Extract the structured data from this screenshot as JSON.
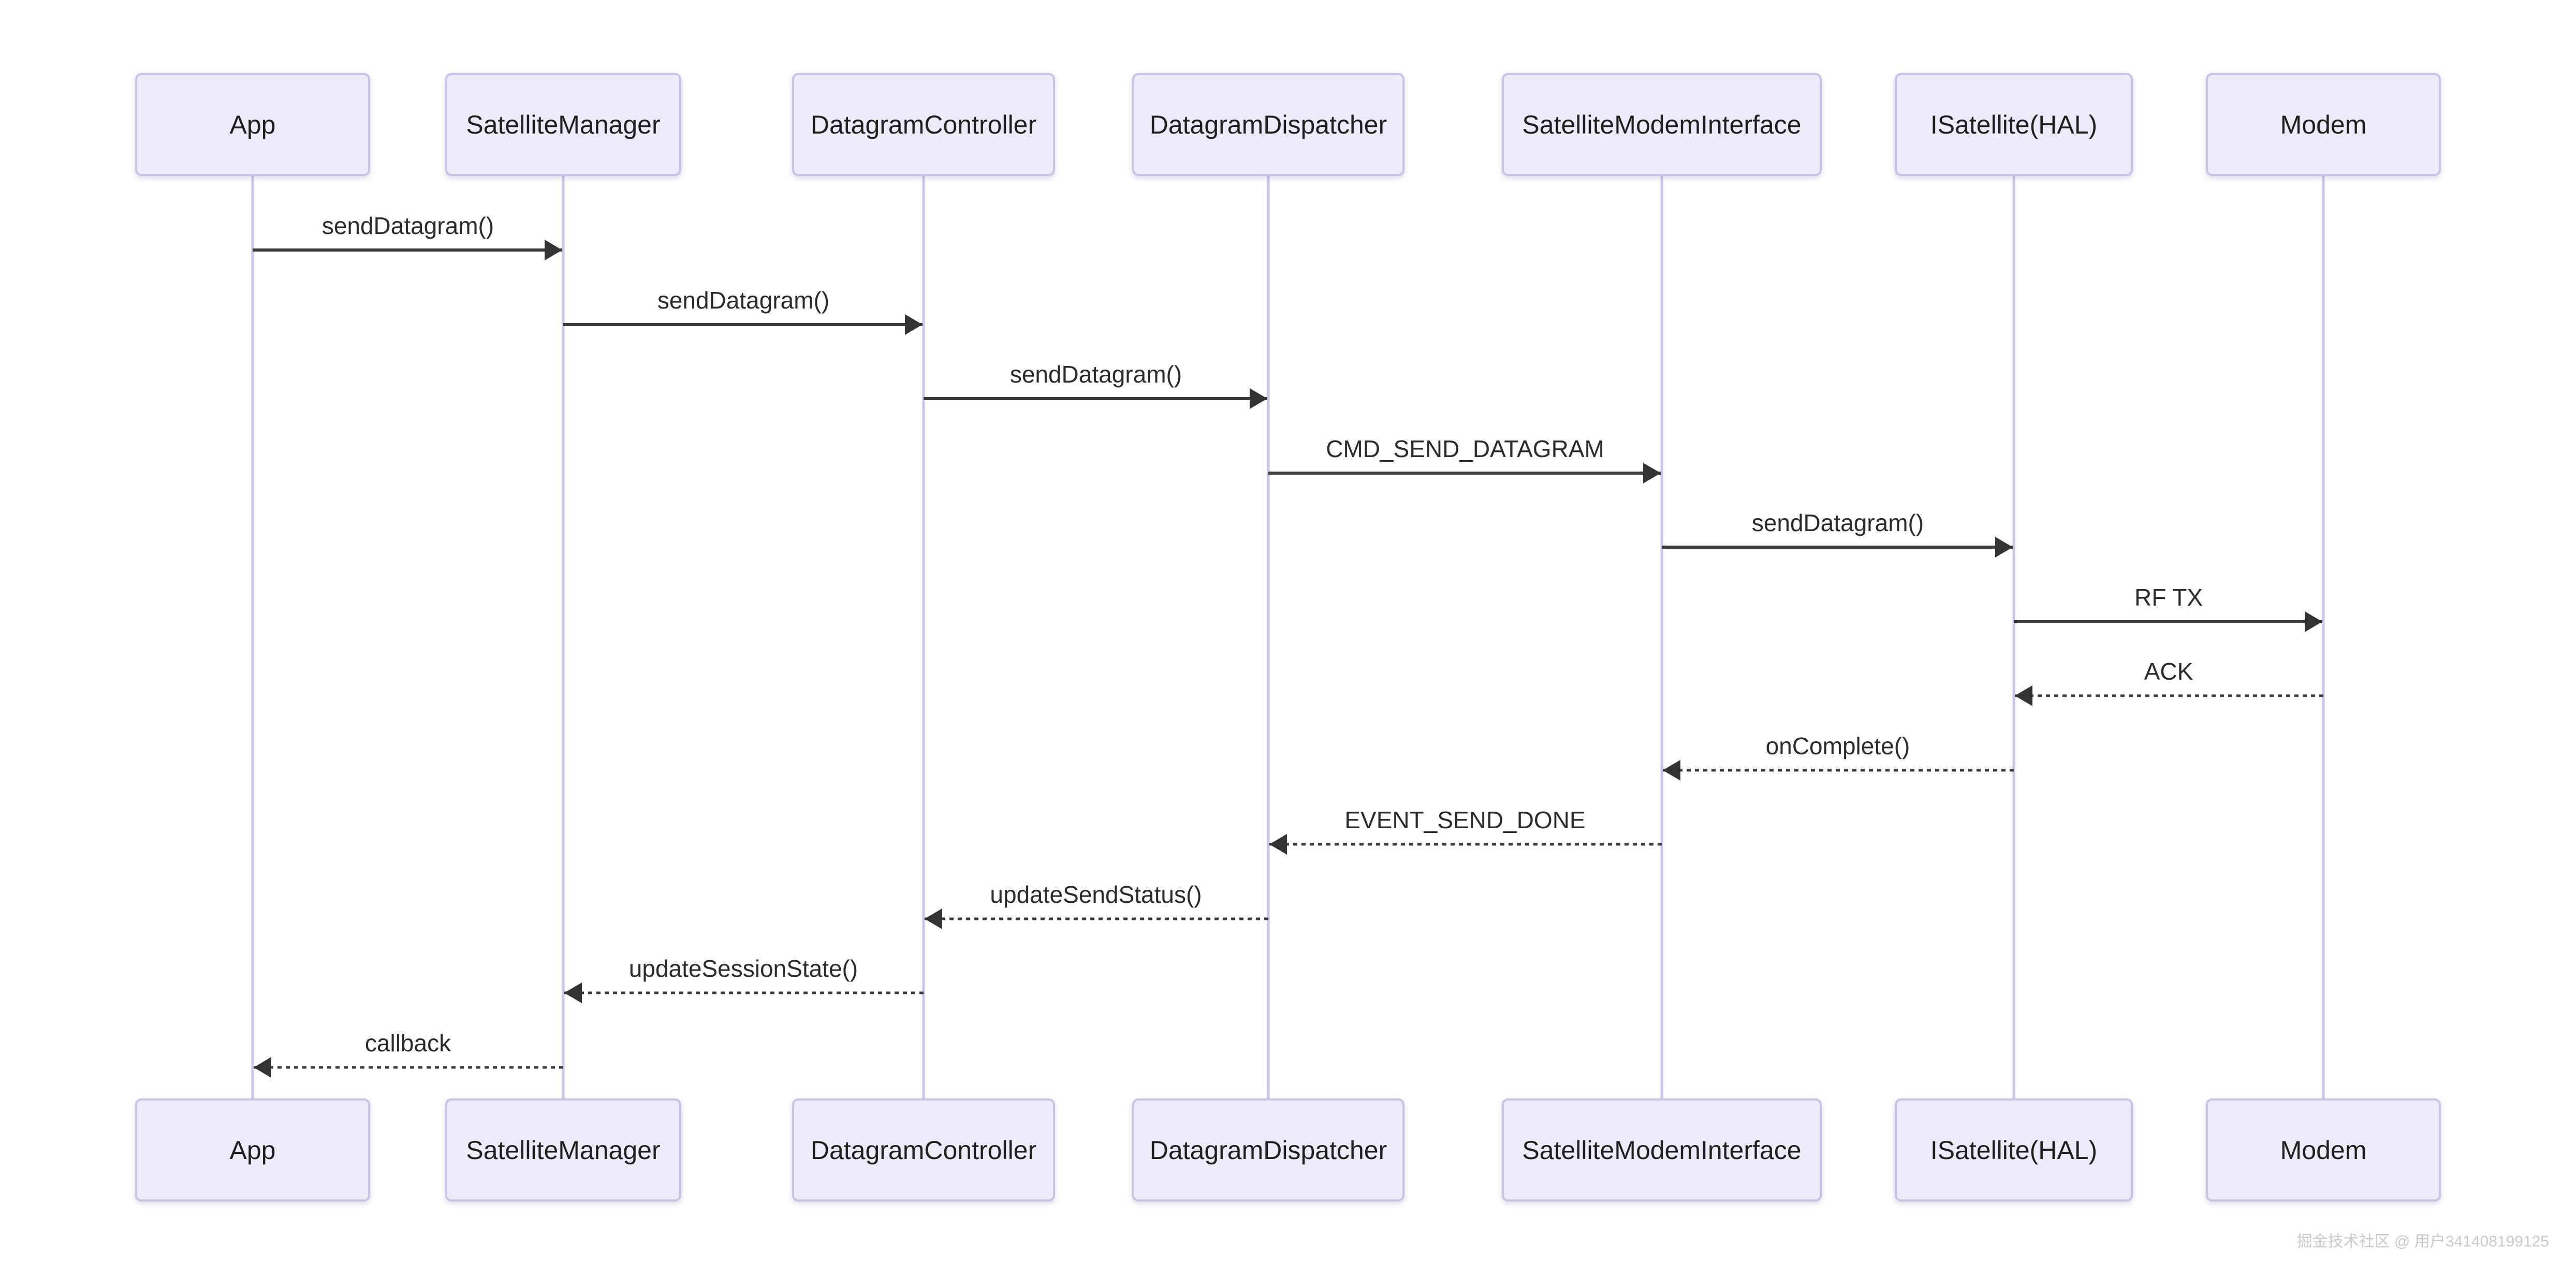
{
  "diagram": {
    "type": "sequence-diagram",
    "participants": [
      {
        "name": "App"
      },
      {
        "name": "SatelliteManager"
      },
      {
        "name": "DatagramController"
      },
      {
        "name": "DatagramDispatcher"
      },
      {
        "name": "SatelliteModemInterface"
      },
      {
        "name": "ISatellite(HAL)"
      },
      {
        "name": "Modem"
      }
    ],
    "messages": [
      {
        "from": "App",
        "to": "SatelliteManager",
        "label": "sendDatagram()",
        "line": "solid"
      },
      {
        "from": "SatelliteManager",
        "to": "DatagramController",
        "label": "sendDatagram()",
        "line": "solid"
      },
      {
        "from": "DatagramController",
        "to": "DatagramDispatcher",
        "label": "sendDatagram()",
        "line": "solid"
      },
      {
        "from": "DatagramDispatcher",
        "to": "SatelliteModemInterface",
        "label": "CMD_SEND_DATAGRAM",
        "line": "solid"
      },
      {
        "from": "SatelliteModemInterface",
        "to": "ISatellite(HAL)",
        "label": "sendDatagram()",
        "line": "solid"
      },
      {
        "from": "ISatellite(HAL)",
        "to": "Modem",
        "label": "RF TX",
        "line": "solid"
      },
      {
        "from": "Modem",
        "to": "ISatellite(HAL)",
        "label": "ACK",
        "line": "dashed"
      },
      {
        "from": "ISatellite(HAL)",
        "to": "SatelliteModemInterface",
        "label": "onComplete()",
        "line": "dashed"
      },
      {
        "from": "SatelliteModemInterface",
        "to": "DatagramDispatcher",
        "label": "EVENT_SEND_DONE",
        "line": "dashed"
      },
      {
        "from": "DatagramDispatcher",
        "to": "DatagramController",
        "label": "updateSendStatus()",
        "line": "dashed"
      },
      {
        "from": "DatagramController",
        "to": "SatelliteManager",
        "label": "updateSessionState()",
        "line": "dashed"
      },
      {
        "from": "SatelliteManager",
        "to": "App",
        "label": "callback",
        "line": "dashed"
      }
    ],
    "colors": {
      "actor_fill": "#ECEBF9",
      "actor_border": "#C9C4E6",
      "lifeline": "#CCC6E8",
      "message_line": "#3C3C3C",
      "text": "#1F1F1F"
    }
  },
  "watermark": {
    "text": "掘金技术社区 @ 用户341408199125",
    "color": "#C9C9C9"
  }
}
